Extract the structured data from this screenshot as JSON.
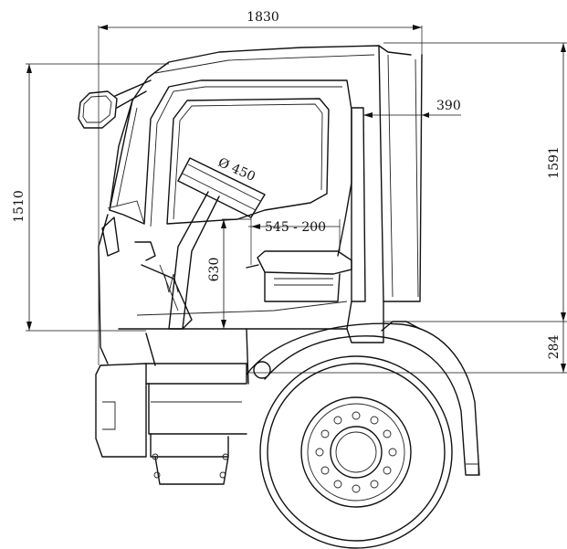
{
  "dimensions": {
    "overall_length": "1830",
    "cab_height": "1591",
    "rear_offset": "390",
    "seat_to_floor_height": "1510",
    "steering_wheel_diameter": "Ø 450",
    "seat_adjustment": "545 - 200",
    "steering_wheel_height": "630",
    "floor_to_ground": "284"
  },
  "colors": {
    "line": "#111111",
    "background": "#ffffff"
  }
}
